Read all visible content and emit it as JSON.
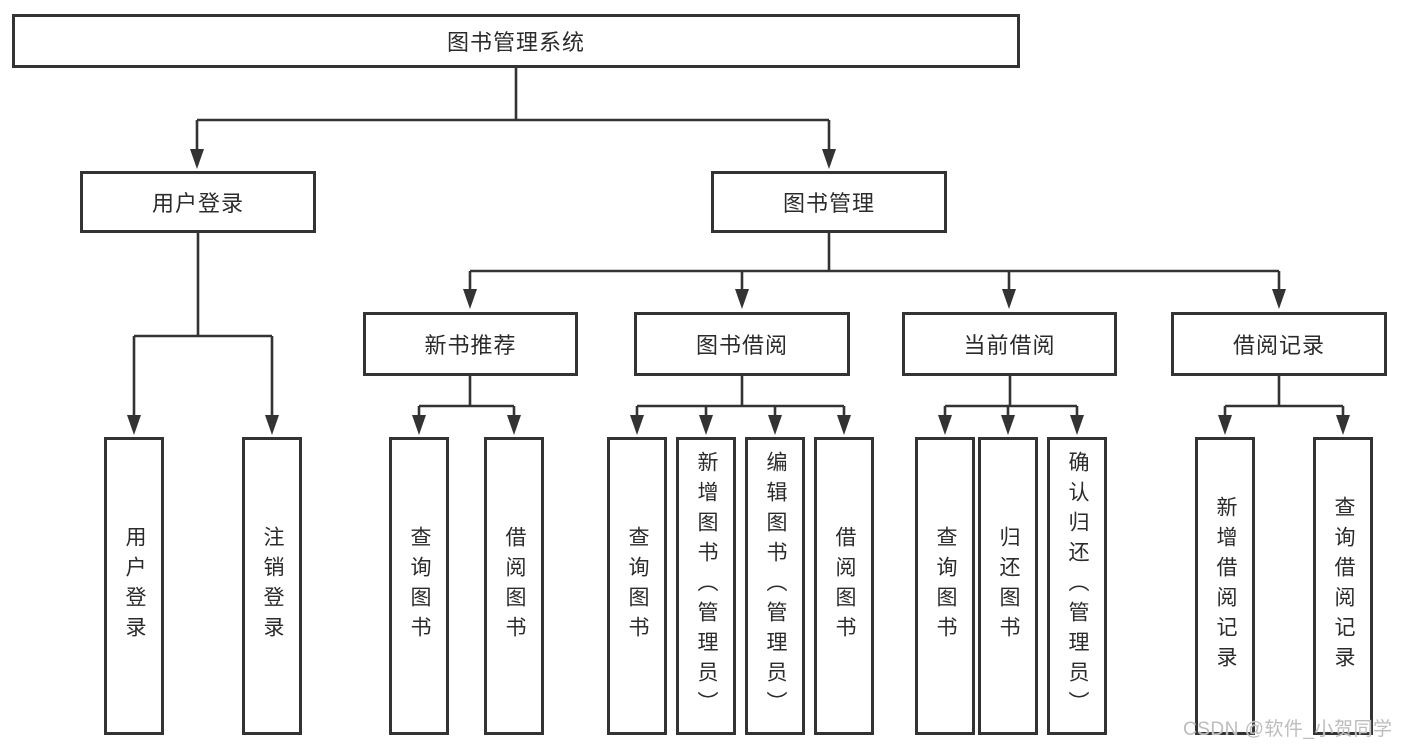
{
  "diagram": {
    "title": "图书管理系统",
    "line_color": "#333333",
    "box_border_color": "#333333",
    "text_color": "#2b2b2b",
    "root": "图书管理系统",
    "l2": [
      "用户登录",
      "图书管理"
    ],
    "l3": [
      "新书推荐",
      "图书借阅",
      "当前借阅",
      "借阅记录"
    ],
    "user_login_leaves": [
      "用户登录",
      "注销登录"
    ],
    "new_book_leaves": [
      "查询图书",
      "借阅图书"
    ],
    "book_borrow_leaves": [
      "查询图书",
      "新增图书（管理员）",
      "编辑图书（管理员）",
      "借阅图书"
    ],
    "current_borrow_leaves": [
      "查询图书",
      "归还图书",
      "确认归还（管理员）"
    ],
    "record_leaves": [
      "新增借阅记录",
      "查询借阅记录"
    ]
  },
  "watermark": {
    "text": "CSDN @软件_小贺同学",
    "color": "#bdbdbd"
  }
}
